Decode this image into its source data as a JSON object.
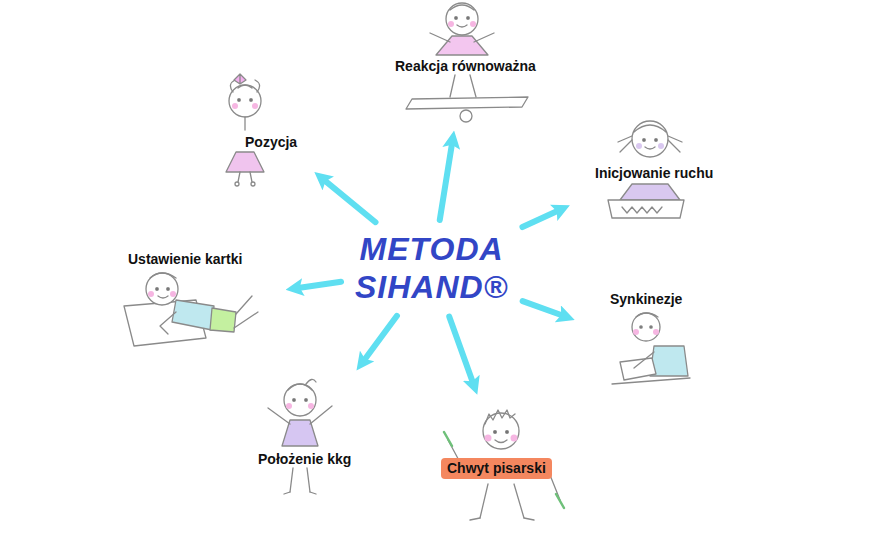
{
  "diagram": {
    "nodes": [
      {
        "text": [
          "METODA SIHAND®"
        ]
      },
      {
        "text": [
          "Reakcja równoważna"
        ]
      },
      {
        "text": [
          "Pozycja"
        ]
      },
      {
        "text": [
          "Inicjowanie ruchu"
        ]
      },
      {
        "text": [
          "Ustawienie kartki"
        ]
      },
      {
        "text": [
          "Synkinezje"
        ]
      },
      {
        "text": [
          "Położenie kkg"
        ]
      },
      {
        "text": [
          "Chwyt pisarski"
        ]
      }
    ],
    "edges": [
      {
        "from": 0,
        "to": 1,
        "arrow": "to"
      },
      {
        "from": 0,
        "to": 2,
        "arrow": "to"
      },
      {
        "from": 0,
        "to": 3,
        "arrow": "to"
      },
      {
        "from": 0,
        "to": 4,
        "arrow": "to"
      },
      {
        "from": 0,
        "to": 5,
        "arrow": "to"
      },
      {
        "from": 0,
        "to": 6,
        "arrow": "to"
      },
      {
        "from": 0,
        "to": 7,
        "arrow": "to"
      }
    ]
  }
}
